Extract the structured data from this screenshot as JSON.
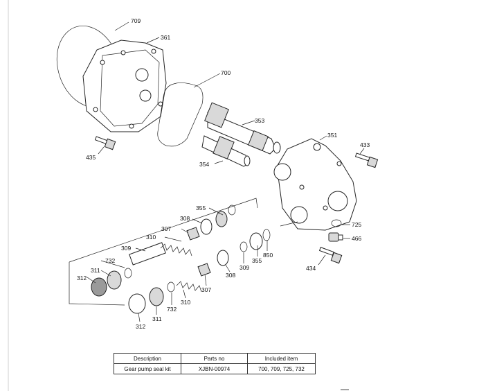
{
  "diagram": {
    "callouts": {
      "c709": "709",
      "c361": "361",
      "c700": "700",
      "c353": "353",
      "c351": "351",
      "c433": "433",
      "c435": "435",
      "c354": "354",
      "c355a": "355",
      "c308a": "308",
      "c307a": "307",
      "c310a": "310",
      "c309a": "309",
      "c732a": "732",
      "c311a": "311",
      "c312a": "312",
      "c725": "725",
      "c466": "466",
      "c850": "850",
      "c355b": "355",
      "c309b": "309",
      "c308b": "308",
      "c307b": "307",
      "c434": "434",
      "c310b": "310",
      "c732b": "732",
      "c311b": "311",
      "c312b": "312"
    }
  },
  "kit_table": {
    "headers": [
      "Description",
      "Parts no",
      "Included item"
    ],
    "row": [
      "Gear pump seal kit",
      "XJBN-00974",
      "700, 709, 725, 732"
    ]
  }
}
